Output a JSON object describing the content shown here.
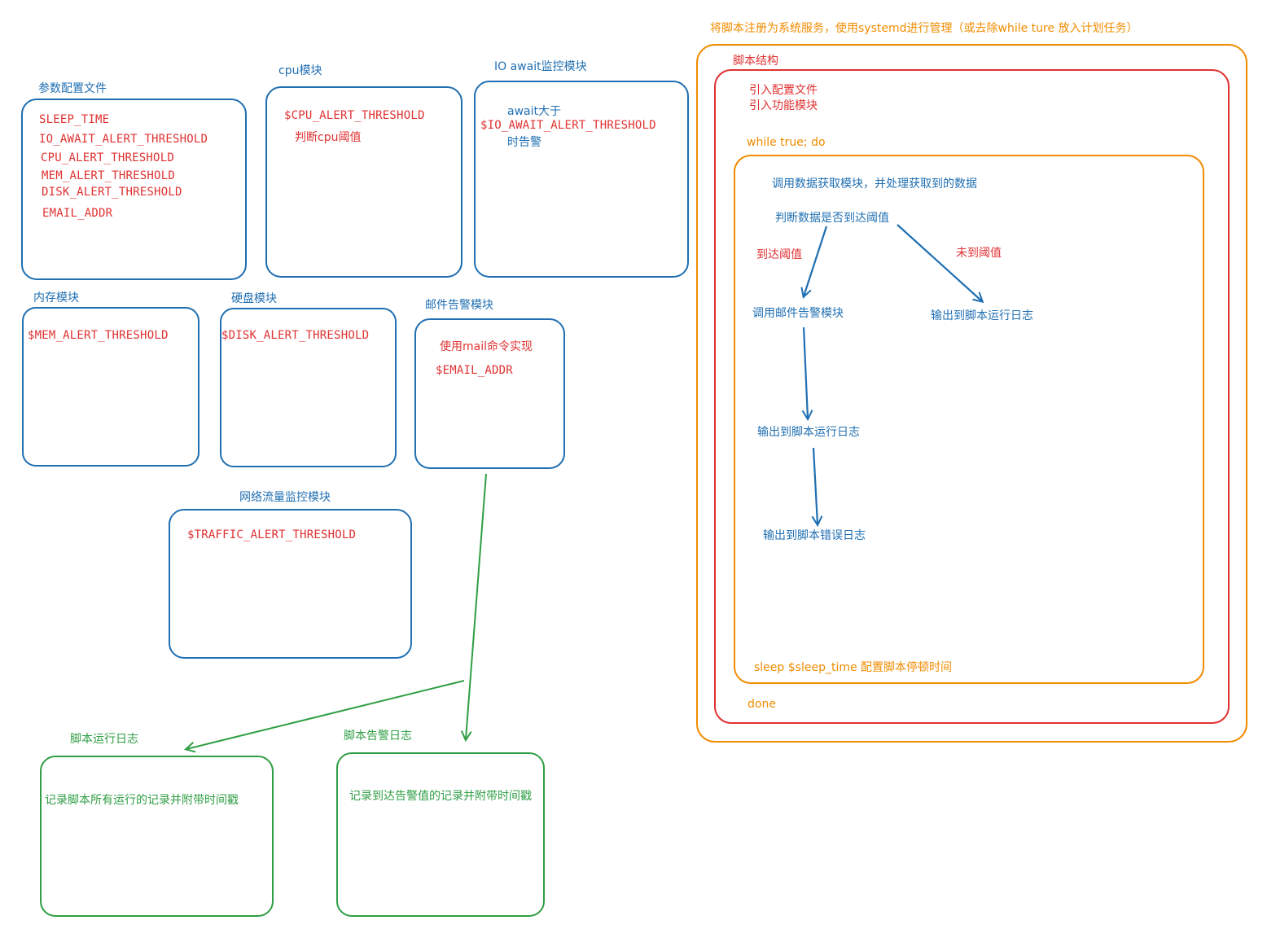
{
  "colors": {
    "blue": "#1f6fb2",
    "red": "#e03131",
    "green": "#2f9e44",
    "orange": "#f08c00"
  },
  "config": {
    "title": "参数配置文件",
    "items": [
      "SLEEP_TIME",
      "IO_AWAIT_ALERT_THRESHOLD",
      "CPU_ALERT_THRESHOLD",
      "MEM_ALERT_THRESHOLD",
      "DISK_ALERT_THRESHOLD",
      "EMAIL_ADDR"
    ]
  },
  "cpu": {
    "title": "cpu模块",
    "var": "$CPU_ALERT_THRESHOLD",
    "desc": "判断cpu阈值"
  },
  "io": {
    "title": "IO await监控模块",
    "line1": "await大于",
    "var": "$IO_AWAIT_ALERT_THRESHOLD",
    "line3": "时告警"
  },
  "mem": {
    "title": "内存模块",
    "var": "$MEM_ALERT_THRESHOLD"
  },
  "disk": {
    "title": "硬盘模块",
    "var": "$DISK_ALERT_THRESHOLD"
  },
  "mail": {
    "title": "邮件告警模块",
    "desc": "使用mail命令实现",
    "var": "$EMAIL_ADDR"
  },
  "net": {
    "title": "网络流量监控模块",
    "var": "$TRAFFIC_ALERT_THRESHOLD"
  },
  "runlog": {
    "title": "脚本运行日志",
    "desc": "记录脚本所有运行的记录并附带时间戳"
  },
  "alertlog": {
    "title": "脚本告警日志",
    "desc": "记录到达告警值的记录并附带时间戳"
  },
  "structure": {
    "service_note": "将脚本注册为系统服务，使用systemd进行管理（或去除while ture 放入计划任务）",
    "title": "脚本结构",
    "import_config": "引入配置文件",
    "import_modules": "引入功能模块",
    "loop_start": "while true; do",
    "fetch": "调用数据获取模块，并处理获取到的数据",
    "judge": "判断数据是否到达阈值",
    "reached": "到达阈值",
    "not_reached": "未到阈值",
    "call_mail": "调用邮件告警模块",
    "out_run_log_right": "输出到脚本运行日志",
    "out_run_log": "输出到脚本运行日志",
    "out_err_log": "输出到脚本错误日志",
    "sleep": "sleep $sleep_time 配置脚本停顿时间",
    "loop_end": "done"
  }
}
